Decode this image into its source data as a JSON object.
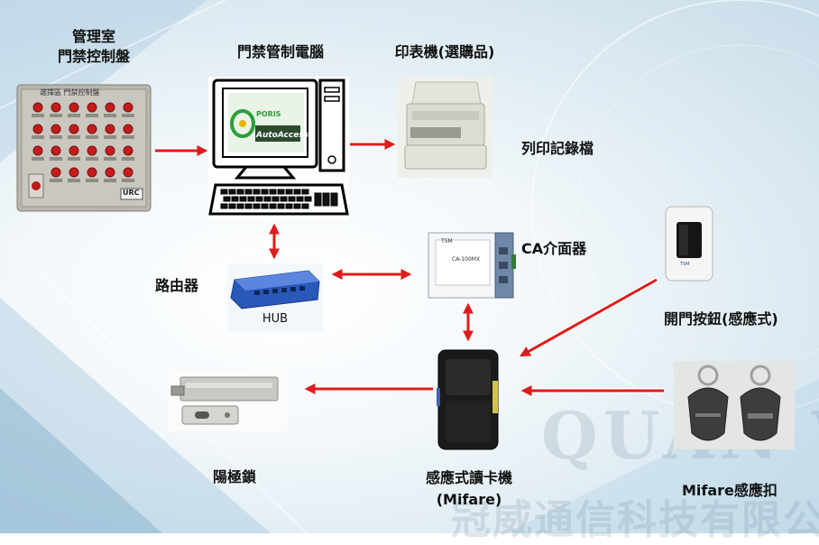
{
  "labels": {
    "control_panel_line1": "管理室",
    "control_panel_line2": "門禁控制盤",
    "computer": "門禁管制電腦",
    "printer": "印表機(選購品)",
    "print_log": "列印記錄檔",
    "ca_interface": "CA介面器",
    "router": "路由器",
    "exit_button": "開門按鈕(感應式)",
    "card_reader_line1": "感應式讀卡機",
    "card_reader_line2": "(Mifare)",
    "lock": "陽極鎖",
    "keyfob": "Mifare感應扣"
  },
  "device_text": {
    "panel_header": "選擇區   門禁控制盤",
    "panel_brand": "URC",
    "software_brand": "PORIS",
    "software_name": "AutoAccess",
    "hub_label": "HUB",
    "interface_brand": "TSM",
    "interface_model": "CA-100MX",
    "button_brand": "TSM"
  },
  "watermarks": {
    "brand": "QUAN WE",
    "company": "冠威通信科技有限公"
  },
  "colors": {
    "arrow": "#e01b1b",
    "arrow_outline": "#ffffff"
  }
}
